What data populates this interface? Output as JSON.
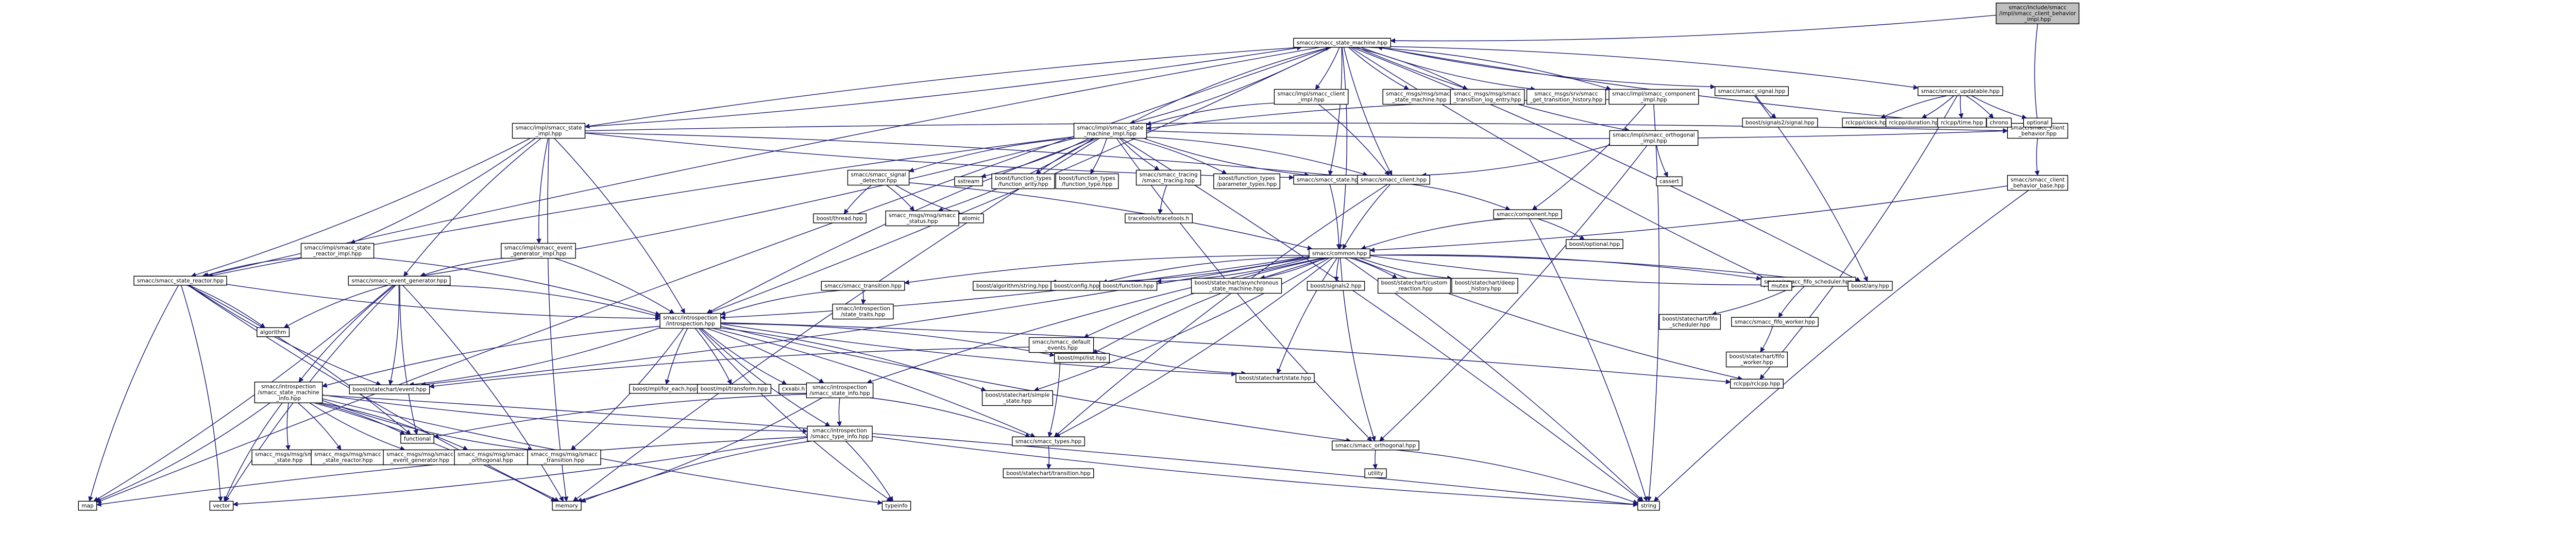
{
  "graph": {
    "edge_color": "#191970",
    "node_fill": "#ffffff",
    "root_fill": "#bfbfbf",
    "root": "n0",
    "nodes": [
      {
        "id": "n0",
        "lines": [
          "smacc/include/smacc",
          "/impl/smacc_client_behavior",
          "_impl.hpp"
        ]
      },
      {
        "id": "n1",
        "lines": [
          "smacc/smacc_state_machine.hpp"
        ]
      },
      {
        "id": "n2",
        "lines": [
          "smacc/smacc_client",
          "_behavior.hpp"
        ]
      },
      {
        "id": "n3",
        "lines": [
          "smacc/impl/smacc_client",
          "_impl.hpp"
        ]
      },
      {
        "id": "n4",
        "lines": [
          "smacc_msgs/msg/smacc",
          "_state_machine.hpp"
        ]
      },
      {
        "id": "n5",
        "lines": [
          "smacc_msgs/msg/smacc",
          "_transition_log_entry.hpp"
        ]
      },
      {
        "id": "n6",
        "lines": [
          "smacc_msgs/srv/smacc",
          "_get_transition_history.hpp"
        ]
      },
      {
        "id": "n7",
        "lines": [
          "smacc/impl/smacc_component",
          "_impl.hpp"
        ]
      },
      {
        "id": "n8",
        "lines": [
          "smacc/smacc_signal.hpp"
        ]
      },
      {
        "id": "n9",
        "lines": [
          "smacc/smacc_updatable.hpp"
        ]
      },
      {
        "id": "n10",
        "lines": [
          "smacc/impl/smacc_state",
          "_impl.hpp"
        ]
      },
      {
        "id": "n11",
        "lines": [
          "smacc/impl/smacc_state",
          "_machine_impl.hpp"
        ]
      },
      {
        "id": "n12",
        "lines": [
          "smacc/impl/smacc_orthogonal",
          "_impl.hpp"
        ]
      },
      {
        "id": "n13",
        "lines": [
          "boost/signals2/signal.hpp"
        ]
      },
      {
        "id": "n14",
        "lines": [
          "rclcpp/clock.hpp"
        ]
      },
      {
        "id": "n15",
        "lines": [
          "rclcpp/duration.hpp"
        ]
      },
      {
        "id": "n16",
        "lines": [
          "rclcpp/time.hpp"
        ]
      },
      {
        "id": "n17",
        "lines": [
          "chrono"
        ]
      },
      {
        "id": "n18",
        "lines": [
          "optional"
        ]
      },
      {
        "id": "n19",
        "lines": [
          "smacc/smacc_signal",
          "_detector.hpp"
        ]
      },
      {
        "id": "n20",
        "lines": [
          "sstream"
        ]
      },
      {
        "id": "n21",
        "lines": [
          "boost/function_types",
          "/function_arity.hpp"
        ]
      },
      {
        "id": "n22",
        "lines": [
          "boost/function_types",
          "/function_type.hpp"
        ]
      },
      {
        "id": "n23",
        "lines": [
          "smacc/smacc_tracing",
          "/smacc_tracing.hpp"
        ]
      },
      {
        "id": "n24",
        "lines": [
          "boost/function_types",
          "/parameter_types.hpp"
        ]
      },
      {
        "id": "n25",
        "lines": [
          "smacc/smacc_state.hpp"
        ]
      },
      {
        "id": "n26",
        "lines": [
          "smacc/smacc_client.hpp"
        ]
      },
      {
        "id": "n27",
        "lines": [
          "cassert"
        ]
      },
      {
        "id": "n28",
        "lines": [
          "smacc/smacc_client",
          "_behavior_base.hpp"
        ]
      },
      {
        "id": "n29",
        "lines": [
          "boost/thread.hpp"
        ]
      },
      {
        "id": "n30",
        "lines": [
          "smacc_msgs/msg/smacc",
          "_status.hpp"
        ]
      },
      {
        "id": "n31",
        "lines": [
          "atomic"
        ]
      },
      {
        "id": "n32",
        "lines": [
          "tracetools/tracetools.h"
        ]
      },
      {
        "id": "n33",
        "lines": [
          "smacc/component.hpp"
        ]
      },
      {
        "id": "n34",
        "lines": [
          "boost/optional.hpp"
        ]
      },
      {
        "id": "n35",
        "lines": [
          "smacc/impl/smacc_state",
          "_reactor_impl.hpp"
        ]
      },
      {
        "id": "n36",
        "lines": [
          "smacc/impl/smacc_event",
          "_generator_impl.hpp"
        ]
      },
      {
        "id": "n37",
        "lines": [
          "smacc/common.hpp"
        ]
      },
      {
        "id": "n38",
        "lines": [
          "smacc/smacc_state_reactor.hpp"
        ]
      },
      {
        "id": "n39",
        "lines": [
          "smacc/smacc_event_generator.hpp"
        ]
      },
      {
        "id": "n40",
        "lines": [
          "smacc/smacc_transition.hpp"
        ]
      },
      {
        "id": "n41",
        "lines": [
          "smacc/introspection",
          "/state_traits.hpp"
        ]
      },
      {
        "id": "n42",
        "lines": [
          "smacc/introspection",
          "/introspection.hpp"
        ]
      },
      {
        "id": "n43",
        "lines": [
          "smacc/smacc_default",
          "_events.hpp"
        ]
      },
      {
        "id": "n44",
        "lines": [
          "boost/algorithm/string.hpp"
        ]
      },
      {
        "id": "n45",
        "lines": [
          "boost/config.hpp"
        ]
      },
      {
        "id": "n46",
        "lines": [
          "boost/function.hpp"
        ]
      },
      {
        "id": "n47",
        "lines": [
          "boost/mpl/list.hpp"
        ]
      },
      {
        "id": "n48",
        "lines": [
          "boost/statechart/asynchronous",
          "_state_machine.hpp"
        ]
      },
      {
        "id": "n49",
        "lines": [
          "boost/signals2.hpp"
        ]
      },
      {
        "id": "n50",
        "lines": [
          "boost/statechart/custom",
          "_reaction.hpp"
        ]
      },
      {
        "id": "n51",
        "lines": [
          "boost/statechart/deep",
          "_history.hpp"
        ]
      },
      {
        "id": "n52",
        "lines": [
          "smacc/smacc_fifo_scheduler.hpp"
        ]
      },
      {
        "id": "n53",
        "lines": [
          "boost/statechart/fifo",
          "_scheduler.hpp"
        ]
      },
      {
        "id": "n54",
        "lines": [
          "smacc/smacc_fifo_worker.hpp"
        ]
      },
      {
        "id": "n55",
        "lines": [
          "boost/statechart/fifo",
          "_worker.hpp"
        ]
      },
      {
        "id": "n56",
        "lines": [
          "mutex"
        ]
      },
      {
        "id": "n57",
        "lines": [
          "boost/any.hpp"
        ]
      },
      {
        "id": "n58",
        "lines": [
          "rclcpp/rclcpp.hpp"
        ]
      },
      {
        "id": "n59",
        "lines": [
          "algorithm"
        ]
      },
      {
        "id": "n60",
        "lines": [
          "smacc/introspection",
          "/smacc_state_machine",
          "_info.hpp"
        ]
      },
      {
        "id": "n61",
        "lines": [
          "boost/statechart/event.hpp"
        ]
      },
      {
        "id": "n62",
        "lines": [
          "boost/mpl/for_each.hpp"
        ]
      },
      {
        "id": "n63",
        "lines": [
          "boost/mpl/transform.hpp"
        ]
      },
      {
        "id": "n64",
        "lines": [
          "cxxabi.h"
        ]
      },
      {
        "id": "n65",
        "lines": [
          "smacc/introspection",
          "/smacc_state_info.hpp"
        ]
      },
      {
        "id": "n66",
        "lines": [
          "smacc/introspection",
          "/smacc_type_info.hpp"
        ]
      },
      {
        "id": "n67",
        "lines": [
          "boost/statechart/simple",
          "_state.hpp"
        ]
      },
      {
        "id": "n68",
        "lines": [
          "boost/statechart/state.hpp"
        ]
      },
      {
        "id": "n69",
        "lines": [
          "smacc/smacc_types.hpp"
        ]
      },
      {
        "id": "n70",
        "lines": [
          "boost/statechart/transition.hpp"
        ]
      },
      {
        "id": "n71",
        "lines": [
          "smacc/smacc_orthogonal.hpp"
        ]
      },
      {
        "id": "n72",
        "lines": [
          "utility"
        ]
      },
      {
        "id": "n73",
        "lines": [
          "functional"
        ]
      },
      {
        "id": "n74",
        "lines": [
          "smacc_msgs/msg/smacc",
          "_state.hpp"
        ]
      },
      {
        "id": "n75",
        "lines": [
          "smacc_msgs/msg/smacc",
          "_state_reactor.hpp"
        ]
      },
      {
        "id": "n76",
        "lines": [
          "smacc_msgs/msg/smacc",
          "_event_generator.hpp"
        ]
      },
      {
        "id": "n77",
        "lines": [
          "smacc_msgs/msg/smacc",
          "_orthogonal.hpp"
        ]
      },
      {
        "id": "n78",
        "lines": [
          "smacc_msgs/msg/smacc",
          "_transition.hpp"
        ]
      },
      {
        "id": "n79",
        "lines": [
          "map"
        ]
      },
      {
        "id": "n80",
        "lines": [
          "vector"
        ]
      },
      {
        "id": "n81",
        "lines": [
          "memory"
        ]
      },
      {
        "id": "n82",
        "lines": [
          "typeinfo"
        ]
      },
      {
        "id": "n83",
        "lines": [
          "string"
        ]
      }
    ],
    "edges": [
      [
        "n0",
        "n1"
      ],
      [
        "n0",
        "n2"
      ],
      [
        "n1",
        "n3"
      ],
      [
        "n1",
        "n4"
      ],
      [
        "n1",
        "n5"
      ],
      [
        "n1",
        "n6"
      ],
      [
        "n1",
        "n7"
      ],
      [
        "n1",
        "n8"
      ],
      [
        "n1",
        "n9"
      ],
      [
        "n1",
        "n10"
      ],
      [
        "n1",
        "n11"
      ],
      [
        "n1",
        "n12"
      ],
      [
        "n1",
        "n25"
      ],
      [
        "n1",
        "n26"
      ],
      [
        "n1",
        "n37"
      ],
      [
        "n1",
        "n38"
      ],
      [
        "n1",
        "n42"
      ],
      [
        "n1",
        "n56"
      ],
      [
        "n1",
        "n57"
      ],
      [
        "n1",
        "n79"
      ],
      [
        "n2",
        "n1"
      ],
      [
        "n2",
        "n28"
      ],
      [
        "n3",
        "n26"
      ],
      [
        "n3",
        "n11"
      ],
      [
        "n7",
        "n33"
      ],
      [
        "n7",
        "n11"
      ],
      [
        "n7",
        "n83"
      ],
      [
        "n8",
        "n13"
      ],
      [
        "n8",
        "n57"
      ],
      [
        "n9",
        "n14"
      ],
      [
        "n9",
        "n15"
      ],
      [
        "n9",
        "n16"
      ],
      [
        "n9",
        "n17"
      ],
      [
        "n9",
        "n18"
      ],
      [
        "n9",
        "n58"
      ],
      [
        "n10",
        "n1"
      ],
      [
        "n10",
        "n35"
      ],
      [
        "n10",
        "n36"
      ],
      [
        "n10",
        "n38"
      ],
      [
        "n10",
        "n39"
      ],
      [
        "n10",
        "n42"
      ],
      [
        "n10",
        "n25"
      ],
      [
        "n10",
        "n2"
      ],
      [
        "n10",
        "n81"
      ],
      [
        "n10",
        "n26"
      ],
      [
        "n11",
        "n19"
      ],
      [
        "n11",
        "n20"
      ],
      [
        "n11",
        "n21"
      ],
      [
        "n11",
        "n22"
      ],
      [
        "n11",
        "n23"
      ],
      [
        "n11",
        "n24"
      ],
      [
        "n11",
        "n25"
      ],
      [
        "n11",
        "n26"
      ],
      [
        "n11",
        "n38"
      ],
      [
        "n11",
        "n39"
      ],
      [
        "n11",
        "n42"
      ],
      [
        "n11",
        "n30"
      ],
      [
        "n11",
        "n71"
      ],
      [
        "n11",
        "n83"
      ],
      [
        "n11",
        "n81"
      ],
      [
        "n11",
        "n1"
      ],
      [
        "n11",
        "n2"
      ],
      [
        "n12",
        "n26"
      ],
      [
        "n12",
        "n27"
      ],
      [
        "n12",
        "n71"
      ],
      [
        "n19",
        "n29"
      ],
      [
        "n19",
        "n30"
      ],
      [
        "n19",
        "n31"
      ],
      [
        "n19",
        "n37"
      ],
      [
        "n23",
        "n32"
      ],
      [
        "n25",
        "n37"
      ],
      [
        "n26",
        "n37"
      ],
      [
        "n26",
        "n33"
      ],
      [
        "n26",
        "n69"
      ],
      [
        "n28",
        "n37"
      ],
      [
        "n28",
        "n83"
      ],
      [
        "n33",
        "n34"
      ],
      [
        "n33",
        "n37"
      ],
      [
        "n33",
        "n83"
      ],
      [
        "n35",
        "n38"
      ],
      [
        "n35",
        "n42"
      ],
      [
        "n36",
        "n39"
      ],
      [
        "n36",
        "n42"
      ],
      [
        "n37",
        "n40"
      ],
      [
        "n37",
        "n42"
      ],
      [
        "n37",
        "n43"
      ],
      [
        "n37",
        "n44"
      ],
      [
        "n37",
        "n45"
      ],
      [
        "n37",
        "n46"
      ],
      [
        "n37",
        "n47"
      ],
      [
        "n37",
        "n48"
      ],
      [
        "n37",
        "n49"
      ],
      [
        "n37",
        "n50"
      ],
      [
        "n37",
        "n51"
      ],
      [
        "n37",
        "n52"
      ],
      [
        "n37",
        "n56"
      ],
      [
        "n37",
        "n57"
      ],
      [
        "n37",
        "n58"
      ],
      [
        "n37",
        "n61"
      ],
      [
        "n37",
        "n65"
      ],
      [
        "n37",
        "n67"
      ],
      [
        "n37",
        "n68"
      ],
      [
        "n37",
        "n69"
      ],
      [
        "n37",
        "n71"
      ],
      [
        "n37",
        "n83"
      ],
      [
        "n38",
        "n42"
      ],
      [
        "n38",
        "n59"
      ],
      [
        "n38",
        "n61"
      ],
      [
        "n38",
        "n73"
      ],
      [
        "n38",
        "n79"
      ],
      [
        "n38",
        "n80"
      ],
      [
        "n38",
        "n81"
      ],
      [
        "n39",
        "n42"
      ],
      [
        "n39",
        "n59"
      ],
      [
        "n39",
        "n61"
      ],
      [
        "n39",
        "n73"
      ],
      [
        "n39",
        "n79"
      ],
      [
        "n39",
        "n80"
      ],
      [
        "n39",
        "n81"
      ],
      [
        "n39",
        "n60"
      ],
      [
        "n40",
        "n41"
      ],
      [
        "n40",
        "n42"
      ],
      [
        "n42",
        "n47"
      ],
      [
        "n42",
        "n60"
      ],
      [
        "n42",
        "n61"
      ],
      [
        "n42",
        "n62"
      ],
      [
        "n42",
        "n63"
      ],
      [
        "n42",
        "n64"
      ],
      [
        "n42",
        "n65"
      ],
      [
        "n42",
        "n66"
      ],
      [
        "n42",
        "n67"
      ],
      [
        "n42",
        "n68"
      ],
      [
        "n42",
        "n69"
      ],
      [
        "n42",
        "n71"
      ],
      [
        "n42",
        "n78"
      ],
      [
        "n42",
        "n82"
      ],
      [
        "n42",
        "n58"
      ],
      [
        "n43",
        "n68"
      ],
      [
        "n43",
        "n69"
      ],
      [
        "n43",
        "n61"
      ],
      [
        "n52",
        "n53"
      ],
      [
        "n52",
        "n54"
      ],
      [
        "n54",
        "n55"
      ],
      [
        "n60",
        "n66"
      ],
      [
        "n60",
        "n73"
      ],
      [
        "n60",
        "n74"
      ],
      [
        "n60",
        "n75"
      ],
      [
        "n60",
        "n76"
      ],
      [
        "n60",
        "n77"
      ],
      [
        "n60",
        "n78"
      ],
      [
        "n60",
        "n79"
      ],
      [
        "n60",
        "n80"
      ],
      [
        "n60",
        "n81"
      ],
      [
        "n60",
        "n82"
      ],
      [
        "n60",
        "n83"
      ],
      [
        "n65",
        "n66"
      ],
      [
        "n65",
        "n69"
      ],
      [
        "n65",
        "n73"
      ],
      [
        "n65",
        "n81"
      ],
      [
        "n66",
        "n79"
      ],
      [
        "n66",
        "n80"
      ],
      [
        "n66",
        "n81"
      ],
      [
        "n66",
        "n82"
      ],
      [
        "n66",
        "n83"
      ],
      [
        "n69",
        "n70"
      ],
      [
        "n71",
        "n72"
      ],
      [
        "n71",
        "n83"
      ]
    ]
  }
}
